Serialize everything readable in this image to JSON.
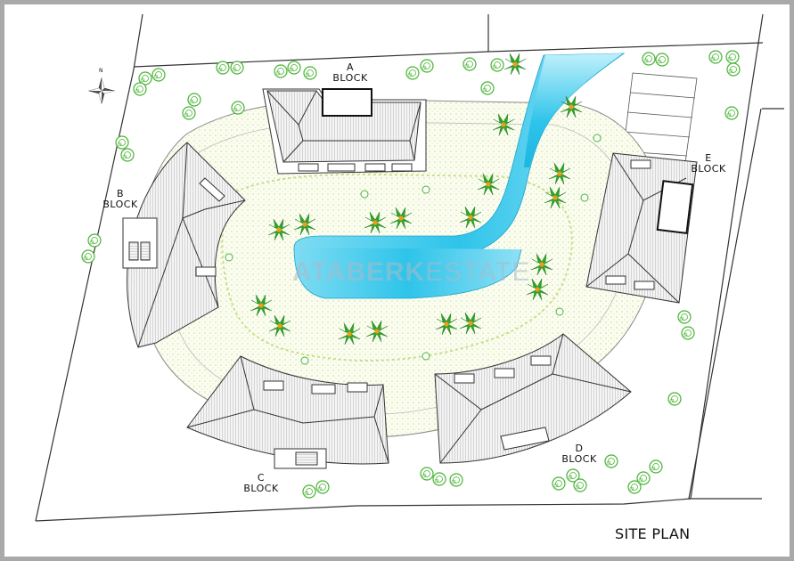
{
  "title": "SITE PLAN",
  "watermark": {
    "brand": "ATABERK",
    "suffix": "ESTATE"
  },
  "compass_letter": "N",
  "blocks": {
    "a": {
      "letter": "A",
      "word": "BLOCK"
    },
    "b": {
      "letter": "B",
      "word": "BLOCK"
    },
    "c": {
      "letter": "C",
      "word": "BLOCK"
    },
    "d": {
      "letter": "D",
      "word": "BLOCK"
    },
    "e": {
      "letter": "E",
      "word": "BLOCK"
    }
  },
  "colors": {
    "frame": "#a9a9a9",
    "line": "#333333",
    "pool": "#2ec4ea",
    "pool_light": "#bff0fb",
    "tree": "#49b334",
    "palm": "#2ea52a",
    "palm_center": "#f29a1a",
    "garden": "#dff0b8"
  }
}
